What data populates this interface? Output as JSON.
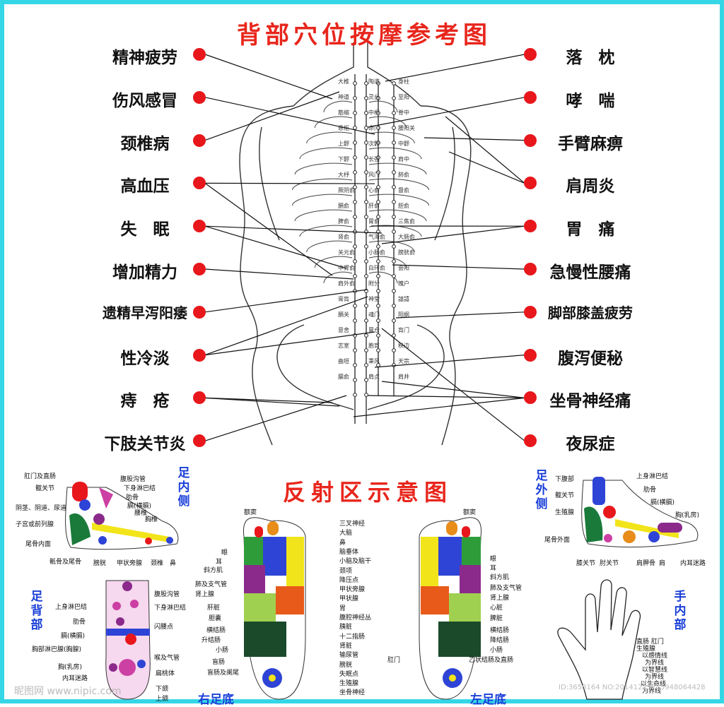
{
  "titles": {
    "back": "背部穴位按摩参考图",
    "reflex": "反射区示意图"
  },
  "back_left": [
    "精神疲劳",
    "伤风感冒",
    "颈椎病",
    "高血压",
    "失　眠",
    "增加精力",
    "遗精早泻阳痿",
    "性冷淡",
    "痔　疮",
    "下肢关节炎"
  ],
  "back_right": [
    "落　枕",
    "哮　喘",
    "手臂麻痹",
    "肩周炎",
    "胃　痛",
    "急慢性腰痛",
    "脚部膝盖疲劳",
    "腹泻便秘",
    "坐骨神经痛",
    "夜尿症"
  ],
  "acupoints": [
    "大椎",
    "陶道",
    "身柱",
    "神道",
    "灵台",
    "至阳",
    "筋缩",
    "中枢",
    "脊中",
    "悬枢",
    "命门",
    "腰阳关",
    "上髎",
    "次髎",
    "中髎",
    "下髎",
    "长强",
    "肩中",
    "大杼",
    "风门",
    "肺俞",
    "厥阴俞",
    "心俞",
    "督俞",
    "膈俞",
    "肝俞",
    "胆俞",
    "脾俞",
    "胃俞",
    "三焦俞",
    "肾俞",
    "气海俞",
    "大肠俞",
    "关元俞",
    "小肠俞",
    "膀胱俞",
    "中膂俞",
    "白环俞",
    "会阳",
    "肩外俞",
    "附分",
    "魄户",
    "膏肓",
    "神堂",
    "譩譆",
    "膈关",
    "魂门",
    "阳纲",
    "意舍",
    "胃仓",
    "肓门",
    "志室",
    "胞肓",
    "秩边",
    "曲垣",
    "秉风",
    "天宗",
    "臑俞",
    "肩贞",
    "肩井"
  ],
  "foot_inner": {
    "head": "足内侧",
    "labels": [
      "肛门及直肠",
      "髋关节",
      "阴茎、阴道、尿道",
      "子宫或前列腺",
      "尾骨内面",
      "骶骨及尾骨",
      "腹股沟管",
      "下身淋巴结",
      "肋骨",
      "膈(横膈)",
      "腰椎",
      "胸椎",
      "膀胱",
      "甲状旁腺",
      "颈椎",
      "鼻"
    ]
  },
  "foot_outer": {
    "head": "足外侧",
    "labels": [
      "下腹部",
      "髋关节",
      "生殖腺",
      "尾骨外面",
      "上身淋巴结",
      "肋骨",
      "膈(横膈)",
      "胸(乳房)",
      "膝关节",
      "肘关节",
      "肩胛骨",
      "肩",
      "内耳迷路"
    ]
  },
  "foot_back": {
    "head": "足背部",
    "labels": [
      "上身淋巴结",
      "肋骨",
      "膈(横膈)",
      "胸部淋巴腺(胸腺)",
      "胸(乳房)",
      "内耳迷路",
      "腹股沟管",
      "下身淋巴结",
      "闪腰点",
      "喉及气管",
      "扁桃体",
      "下颌",
      "上颌"
    ]
  },
  "soles": {
    "right_title": "右足底",
    "left_title": "左足底",
    "center": [
      "三叉神经",
      "大脑",
      "鼻",
      "脑垂体",
      "小脑及脑干",
      "颈项",
      "降压点",
      "甲状旁腺",
      "甲状腺",
      "胃",
      "腹腔神经丛",
      "胰脏",
      "十二指肠",
      "肾脏",
      "输尿管",
      "膀胱",
      "失眠点",
      "生殖腺",
      "坐骨神经"
    ],
    "right_side": [
      "额窦",
      "眼",
      "耳",
      "斜方肌",
      "肺及支气管",
      "肾上腺",
      "肝脏",
      "胆囊",
      "横结肠",
      "升结肠",
      "小肠",
      "盲肠",
      "盲肠及阑尾"
    ],
    "left_side": [
      "额窦",
      "眼",
      "耳",
      "斜方肌",
      "肺及支气管",
      "肾上腺",
      "心脏",
      "脾脏",
      "横结肠",
      "降结肠",
      "小肠",
      "肛门",
      "乙状结肠及直肠"
    ]
  },
  "hand": {
    "head": "手内部",
    "labels": [
      "直肠 肛门",
      "生殖腺",
      "以感情线",
      "为界线",
      "以智慧线",
      "为界线",
      "以生命线",
      "为界线"
    ]
  },
  "watermark": {
    "left": "昵图网 www.nipic.com",
    "right": "ID:3658164 NO:20141223225948064428"
  }
}
